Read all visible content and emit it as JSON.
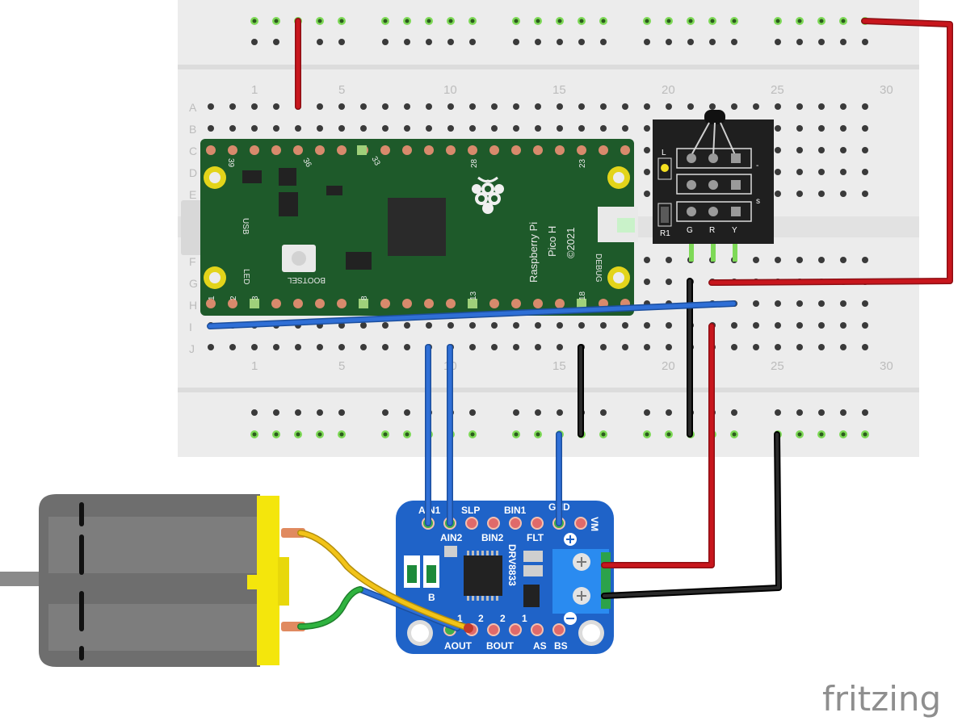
{
  "breadboard": {
    "column_numbers": [
      "1",
      "5",
      "10",
      "15",
      "20",
      "25",
      "30"
    ],
    "row_letters": [
      "A",
      "B",
      "C",
      "D",
      "E",
      "F",
      "G",
      "H",
      "I",
      "J"
    ],
    "colors": {
      "body": "#ececec",
      "hole": "#3a3a3a",
      "connected": "#7ed957"
    }
  },
  "pico": {
    "name": "Raspberry Pi",
    "model": "Pico H",
    "year": "©2021",
    "usb_label": "USB",
    "led_label": "LED",
    "bootsel_label": "BOOTSEL",
    "debug_label": "DEBUG",
    "pin_labels": {
      "p39": "39",
      "p36": "36",
      "p33": "33",
      "p28": "28",
      "p23": "23",
      "p1": "1",
      "p2": "2",
      "p3": "3",
      "p8": "8",
      "p13": "13",
      "p18": "18"
    },
    "color": "#1e5a2a"
  },
  "sensor_module": {
    "label_l": "L",
    "label_r1": "R1",
    "label_minus": "-",
    "label_s": "s",
    "pins": [
      "G",
      "R",
      "Y"
    ]
  },
  "driver": {
    "chip_label": "DRV8833",
    "top_pins": [
      "AIN1",
      "SLP",
      "BIN1",
      "GND",
      "VM"
    ],
    "second_row": [
      "AIN2",
      "BIN2",
      "FLT"
    ],
    "bottom_pins": [
      "AOUT",
      "BOUT",
      "AS",
      "BS"
    ],
    "bottom_nums": [
      "1",
      "2",
      "2",
      "1"
    ],
    "b_label": "B",
    "color": "#1f63c8"
  },
  "logo": "fritzing",
  "wire_colors": {
    "red": "#c8161d",
    "black": "#1a1a1a",
    "blue": "#2f6fd6",
    "yellow": "#f2c318",
    "green": "#2fb33f"
  }
}
